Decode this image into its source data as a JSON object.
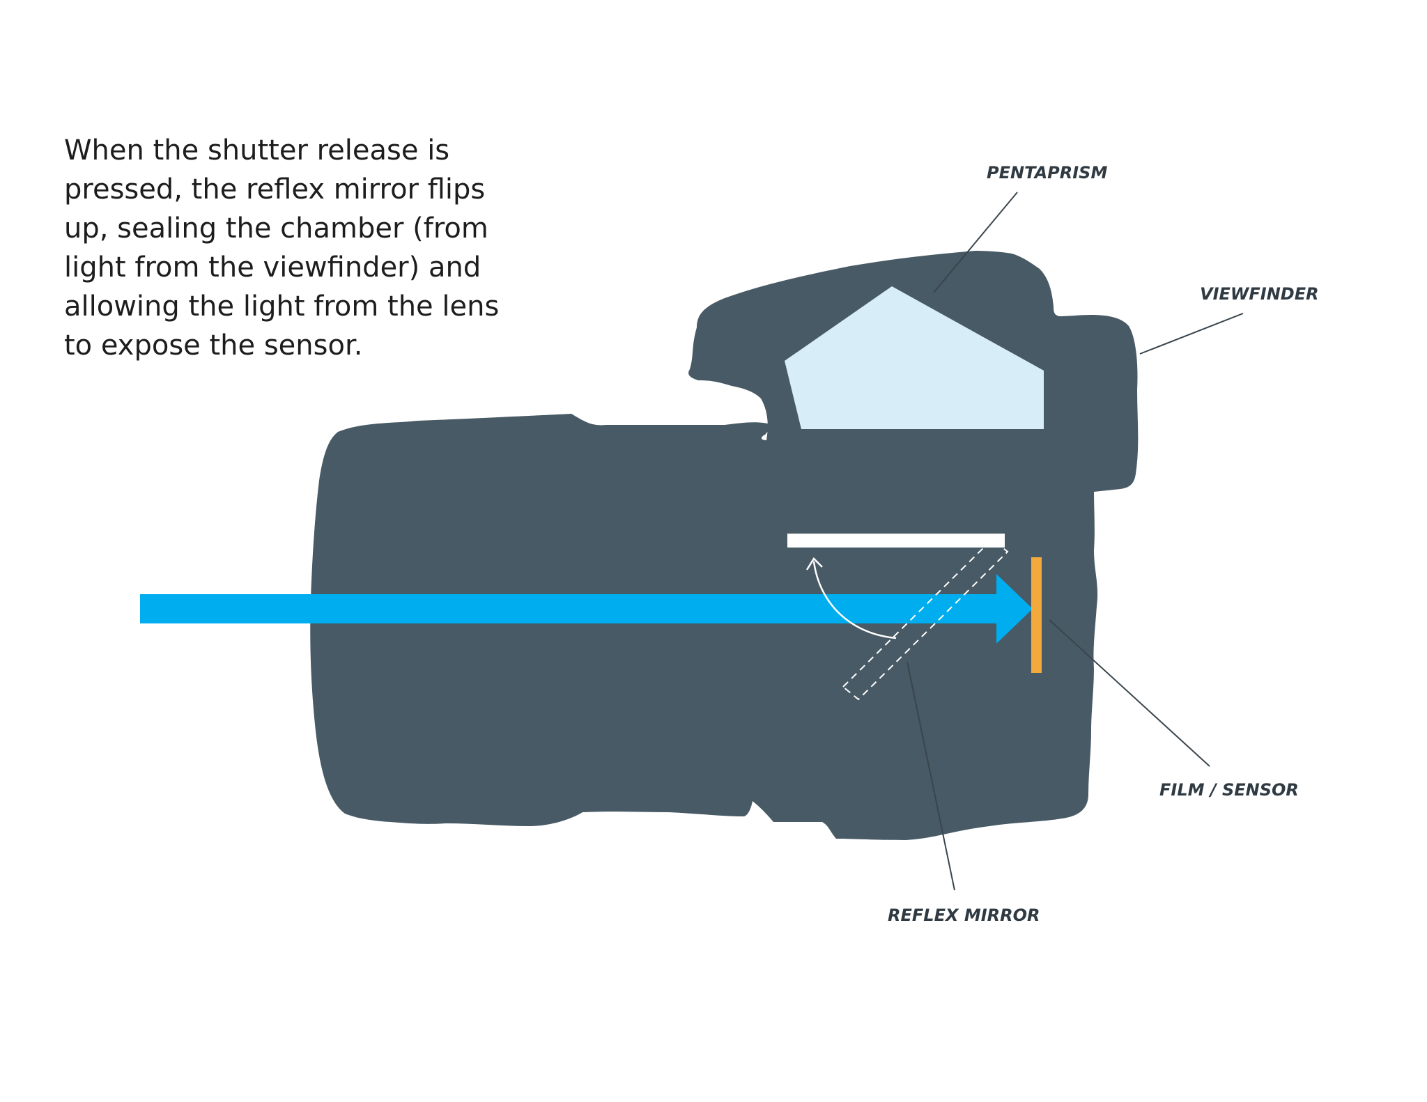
{
  "caption": "When the shutter release is pressed, the reflex mirror flips up, sealing the chamber (from light from the viewfinder) and allowing the light from the lens to expose the sensor.",
  "labels": {
    "pentaprism": "PENTAPRISM",
    "viewfinder": "VIEWFINDER",
    "film_sensor": "FILM / SENSOR",
    "reflex_mirror": "REFLEX MIRROR"
  },
  "colors": {
    "camera_body": "#485a65",
    "pentaprism": "#d7edf7",
    "light_path": "#00aeef",
    "sensor": "#f3a93c",
    "mirror": "#ffffff",
    "leader_line": "#3a454d"
  }
}
